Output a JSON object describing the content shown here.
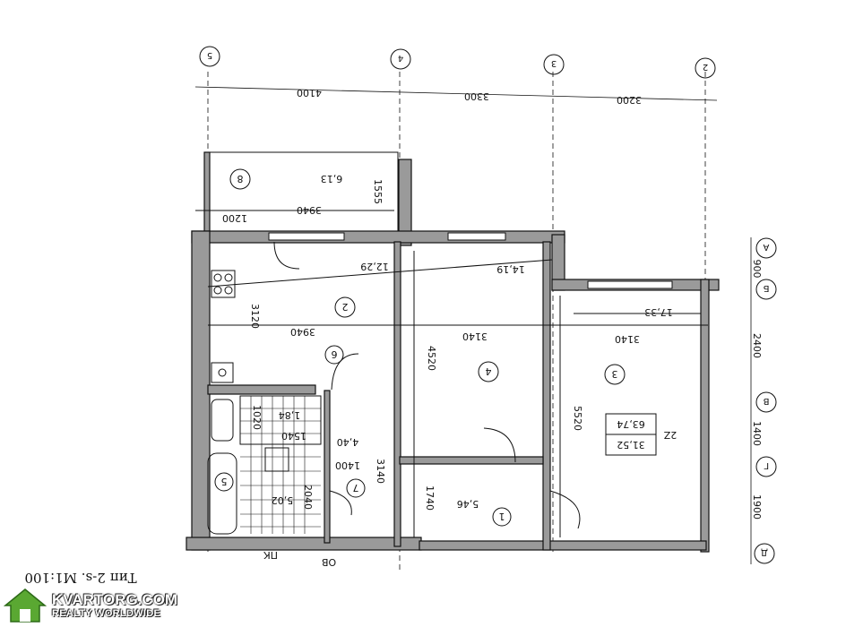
{
  "plan": {
    "axes_top": [
      "5",
      "4",
      "3",
      "2"
    ],
    "axes_right": [
      "А",
      "Б",
      "В",
      "Г",
      "Д"
    ],
    "top_dims": [
      "4100",
      "3300",
      "3200"
    ],
    "right_dims": [
      "900",
      "2400",
      "1400",
      "1900"
    ],
    "rooms": [
      {
        "num": "8",
        "area": "6,13"
      },
      {
        "num": "2",
        "area": "12,29"
      },
      {
        "num": "4",
        "area": "14,19"
      },
      {
        "num": "3",
        "area": "17,33"
      },
      {
        "num": "6",
        "area": "1,84"
      },
      {
        "num": "5",
        "area": "5,02"
      },
      {
        "num": "7",
        "area": ""
      },
      {
        "num": "1",
        "area": "5,46"
      }
    ],
    "inner_dims": [
      "3940",
      "1555",
      "1200",
      "3120",
      "3940",
      "3140",
      "4520",
      "3140",
      "5520",
      "4,40",
      "1400",
      "3140",
      "1740",
      "2040",
      "1540",
      "1020"
    ],
    "totals": {
      "label": "2Z",
      "total": "63,74",
      "living": "31,52"
    },
    "title": "Тип 2-s. M1:100",
    "small_labels": [
      "ПК",
      "ОВ"
    ]
  },
  "watermark": {
    "brand": "KVARTORG.COM",
    "tagline": "REALTY WORLDWIDE"
  }
}
